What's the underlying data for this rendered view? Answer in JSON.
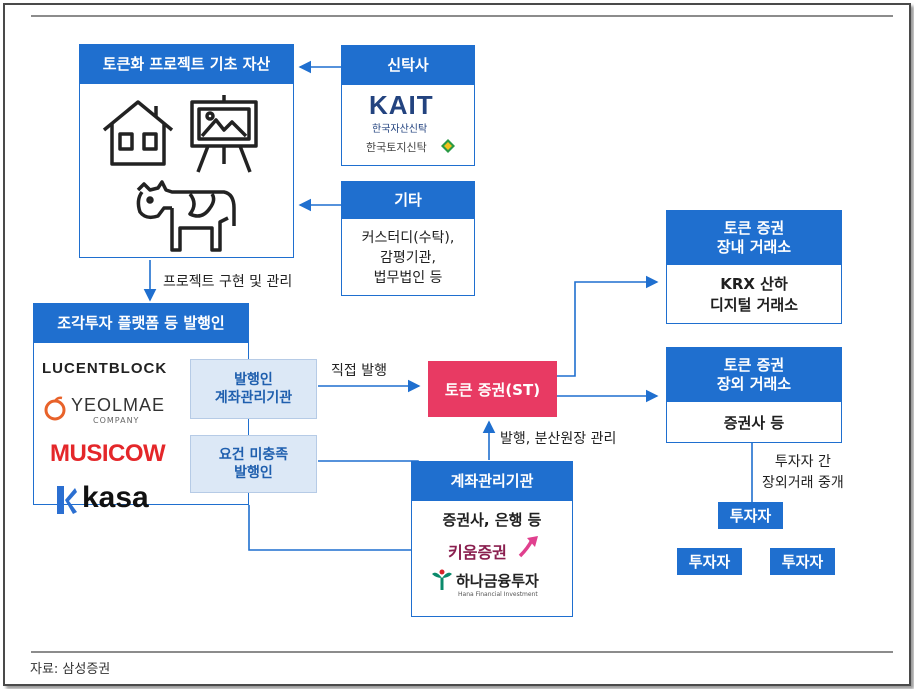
{
  "asset_box": {
    "title": "토큰화 프로젝트 기초 자산"
  },
  "trust_box": {
    "title": "신탁사",
    "logo_kait": "KAIT",
    "logo_kait_sub": "한국자산신탁",
    "logo_hanto": "한국토지신탁"
  },
  "other_box": {
    "title": "기타",
    "lines": [
      "커스터디(수탁),",
      "감평기관,",
      "법무법인 등"
    ]
  },
  "project_label": "프로젝트 구현 및 관리",
  "issuer_box": {
    "title": "조각투자 플랫폼 등 발행인",
    "logos": {
      "lucentblock": "LUCENTBLOCK",
      "yeolmae": "YEOLMAE",
      "yeolmae_sub": "COMPANY",
      "musicow": "MUSICOW",
      "kasa": "kasa"
    },
    "issuer_account": [
      "발행인",
      "계좌관리기관"
    ],
    "issuer_unmet": [
      "요건 미충족",
      "발행인"
    ]
  },
  "direct_issue_label": "직접 발행",
  "st_box": {
    "label": "토큰 증권(ST)"
  },
  "issuance_label": "발행, 분산원장 관리",
  "account_box": {
    "title": "계좌관리기관",
    "subtitle": "증권사, 은행 등",
    "logo_kiwoom": "키움증권",
    "logo_hana": "하나금융투자",
    "logo_hana_sub": "Hana Financial Investment"
  },
  "exchange_in": {
    "title_lines": [
      "토큰 증권",
      "장내 거래소"
    ],
    "body_lines": [
      "KRX 산하",
      "디지털 거래소"
    ]
  },
  "exchange_out": {
    "title_lines": [
      "토큰 증권",
      "장외 거래소"
    ],
    "body": "증권사 등"
  },
  "otc_label": [
    "투자자 간",
    "장외거래 중개"
  ],
  "investors": [
    "투자자",
    "투자자",
    "투자자"
  ],
  "source": "자료: 삼성증권",
  "colors": {
    "primary": "#1f6fcf",
    "st": "#e83a63",
    "light_box": "#dce8f6"
  }
}
